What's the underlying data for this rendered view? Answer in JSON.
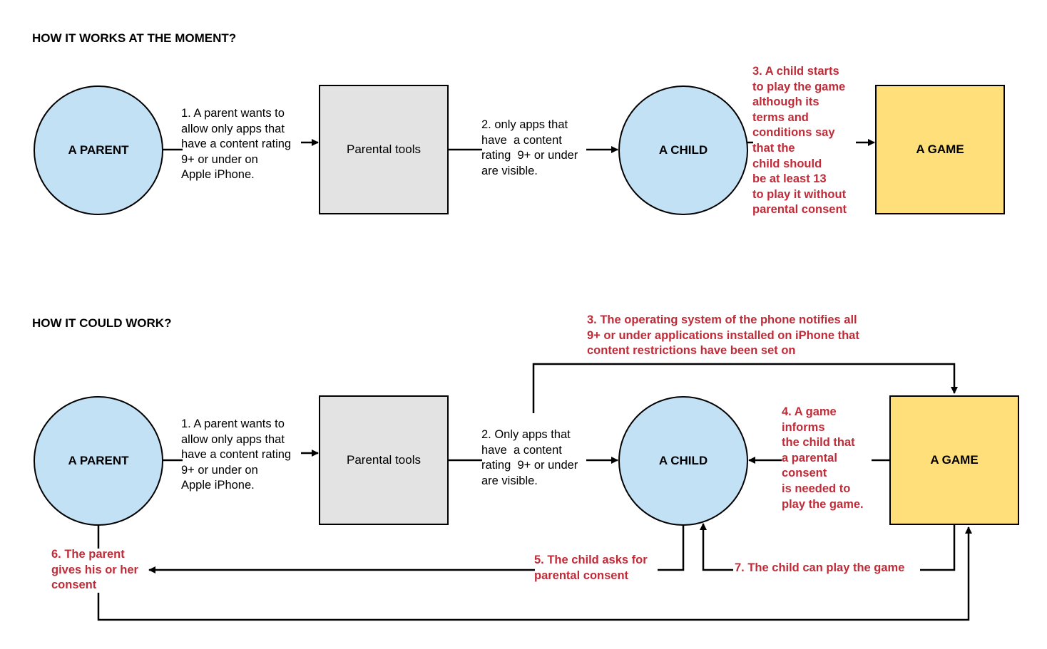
{
  "top": {
    "heading": "HOW IT WORKS AT THE MOMENT?",
    "parent_label": "A PARENT",
    "tools_label": "Parental tools",
    "child_label": "A CHILD",
    "game_label": "A GAME",
    "step1": "1. A parent wants to\nallow only apps that\nhave a content rating\n9+ or under on\nApple iPhone.",
    "step2": "2. only apps that\nhave  a content\nrating  9+ or under\nare visible.",
    "step3": "3. A child starts\nto play the game\nalthough its\nterms and\nconditions say\nthat the\nchild should\nbe at least 13\nto play it without\nparental consent"
  },
  "bottom": {
    "heading": "HOW IT COULD WORK?",
    "parent_label": "A PARENT",
    "tools_label": "Parental tools",
    "child_label": "A CHILD",
    "game_label": "A GAME",
    "step1": "1. A parent wants to\nallow only apps that\nhave a content rating\n9+ or under on\nApple iPhone.",
    "step2": "2. Only apps that\nhave  a content\nrating  9+ or under\nare visible.",
    "step3": "3. The operating system of the phone notifies all\n9+ or under applications installed on iPhone that\ncontent restrictions have been set on",
    "step4": "4. A game\ninforms\nthe child that\na parental\nconsent\nis needed to\nplay the game.",
    "step5": "5. The child asks for\nparental consent",
    "step6": "6. The parent\ngives his or her\nconsent",
    "step7": "7. The child can play the game"
  },
  "colors": {
    "circle_fill": "#c2e1f5",
    "tools_fill": "#e3e3e3",
    "game_fill": "#ffdf7a",
    "accent_text": "#c02b38"
  }
}
